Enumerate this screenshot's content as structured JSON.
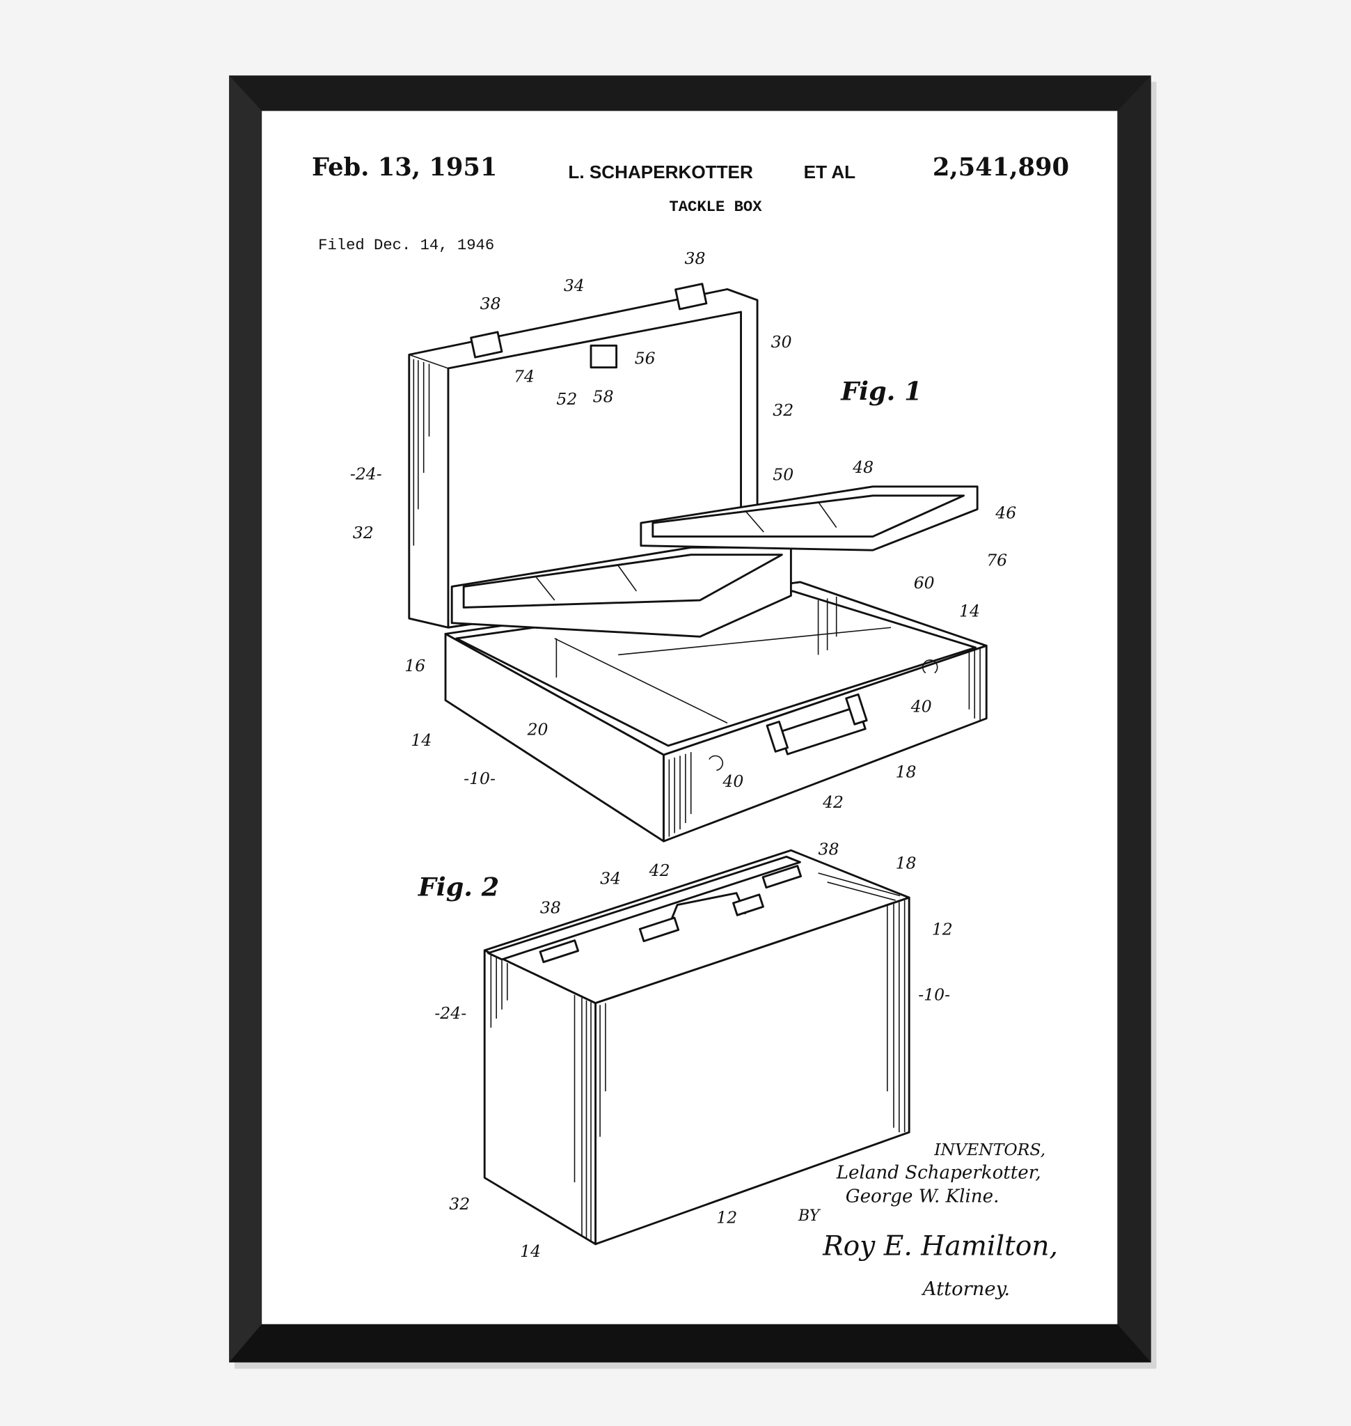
{
  "header": {
    "date": "Feb. 13, 1951",
    "inventor_line": "L. SCHAPERKOTTER",
    "et_al": "ET AL",
    "patent_number": "2,541,890",
    "title": "TACKLE BOX",
    "filed": "Filed Dec. 14, 1946"
  },
  "figures": {
    "fig1": "Fig. 1",
    "fig2": "Fig. 2"
  },
  "reference_numerals": {
    "fig1": [
      "38",
      "34",
      "38",
      "30",
      "56",
      "74",
      "52",
      "58",
      "32",
      "-24-",
      "32",
      "50",
      "48",
      "46",
      "76",
      "60",
      "14",
      "16",
      "20",
      "40",
      "14",
      "-10-",
      "40",
      "42",
      "18"
    ],
    "fig2": [
      "38",
      "18",
      "34",
      "42",
      "38",
      "12",
      "-10-",
      "-24-",
      "32",
      "14",
      "12"
    ]
  },
  "signature_block": {
    "inventors_label": "INVENTORS,",
    "inventor_1": "Leland Schaperkotter,",
    "inventor_2": "George W. Kline.",
    "by": "BY",
    "attorney_signature": "Roy E. Hamilton,",
    "attorney_label": "Attorney."
  },
  "colors": {
    "frame": "#1a1a1a",
    "paper": "#ffffff",
    "ink": "#111111"
  }
}
